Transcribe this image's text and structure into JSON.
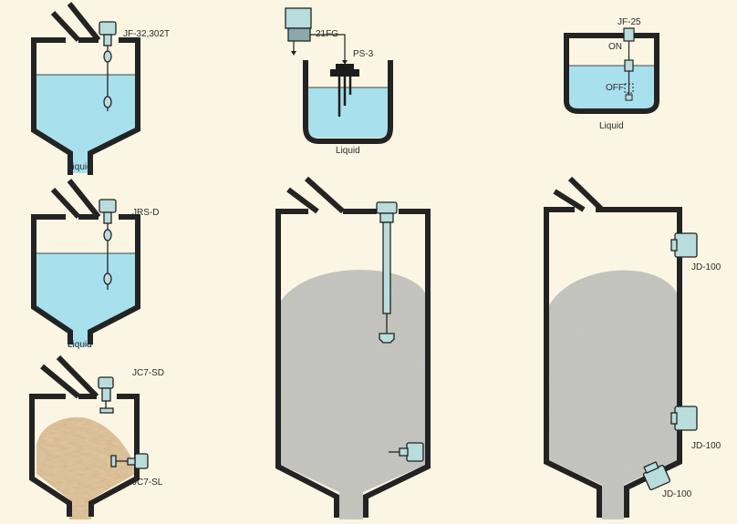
{
  "labels": {
    "tank1_model": "JF-32,302T",
    "tank1_medium": "Liquid",
    "tank2_model": "JRS-D",
    "tank2_medium": "Liquid",
    "tank3_model_top": "JC7-SD",
    "tank3_model_side": "JC7-SL",
    "tank4_controller": "21FG",
    "tank4_probe": "PS-3",
    "tank4_medium": "Liquid",
    "tank5_model": "JF-25",
    "tank5_on": "ON",
    "tank5_off": "OFF",
    "tank5_medium": "Liquid",
    "silo2_upper": "JD-100",
    "silo2_lower": "JD-100",
    "silo2_cone": "JD-100"
  },
  "colors": {
    "background": "#fbf6e3",
    "tank_wall": "#232323",
    "liquid": "#a8e0ee",
    "sensor": "#b9dcdc",
    "powder_grey": "#c9c9c4",
    "powder_sand": "#e3c8a2"
  }
}
